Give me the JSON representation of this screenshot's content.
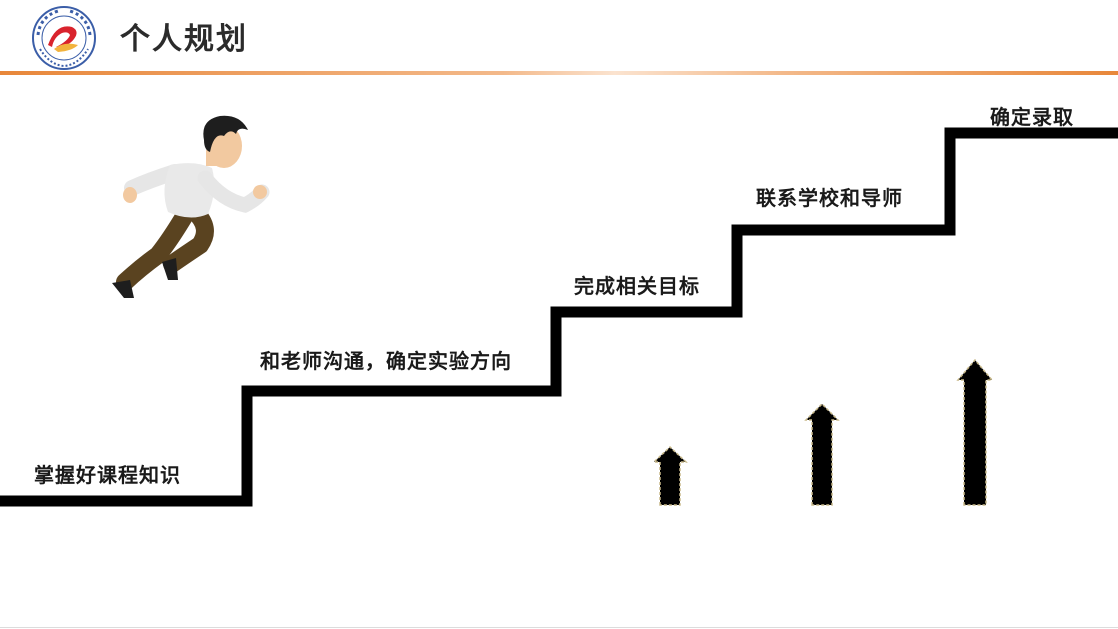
{
  "header": {
    "title": "个人规划"
  },
  "logo": {
    "icon": "university-seal-icon"
  },
  "colors": {
    "accent": "#E8873A",
    "stairs": "#000000"
  },
  "steps": [
    {
      "label": "掌握好课程知识"
    },
    {
      "label": "和老师沟通，确定实验方向"
    },
    {
      "label": "完成相关目标"
    },
    {
      "label": "联系学校和导师"
    },
    {
      "label": "确定录取"
    }
  ],
  "illustration": {
    "icon": "running-man-icon"
  },
  "arrows": [
    {
      "icon": "up-arrow-icon",
      "level": "small"
    },
    {
      "icon": "up-arrow-icon",
      "level": "medium"
    },
    {
      "icon": "up-arrow-icon",
      "level": "large"
    }
  ]
}
